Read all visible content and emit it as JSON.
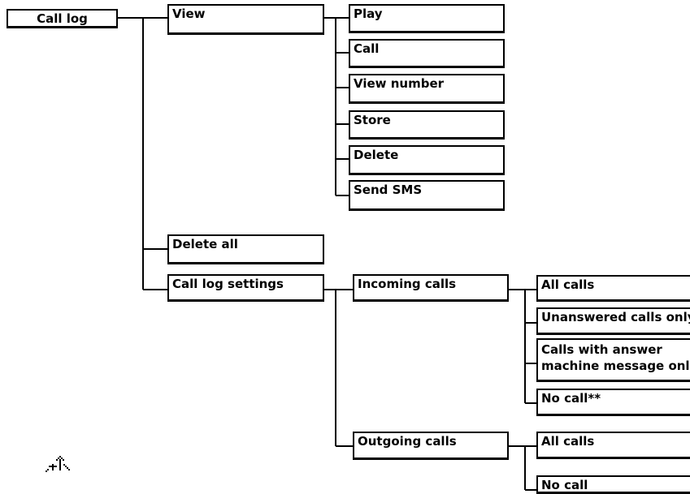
{
  "tree": {
    "root": "Call log",
    "view": {
      "label": "View",
      "children": [
        "Play",
        "Call",
        "View number",
        "Store",
        "Delete",
        "Send SMS"
      ]
    },
    "delete_all": "Delete all",
    "settings": {
      "label": "Call log settings",
      "incoming": {
        "label": "Incoming calls",
        "children": [
          "All calls",
          "Unanswered calls only",
          "Calls with answer",
          "machine message only",
          "No call**"
        ]
      },
      "outgoing": {
        "label": "Outgoing calls",
        "children": [
          "All calls",
          "No call"
        ]
      }
    }
  }
}
